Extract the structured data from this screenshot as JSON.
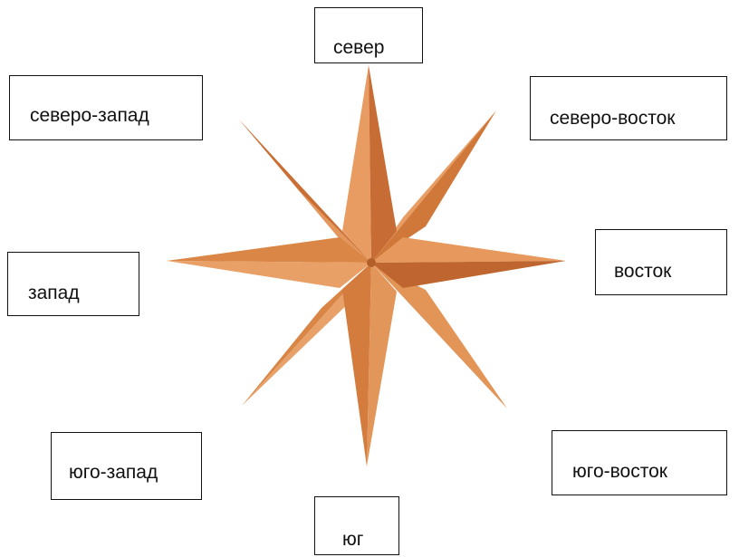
{
  "colors": {
    "star_light": "#e69a5e",
    "star_mid": "#d67f3f",
    "star_dark": "#b7632e",
    "box_border": "#111111"
  },
  "icon": "compass-rose-star-icon",
  "directions": {
    "north": "север",
    "northwest": "северо-запад",
    "northeast": "северо-восток",
    "east": "восток",
    "west": "запад",
    "southwest": "юго-запад",
    "southeast": "юго-восток",
    "south": "юг"
  }
}
